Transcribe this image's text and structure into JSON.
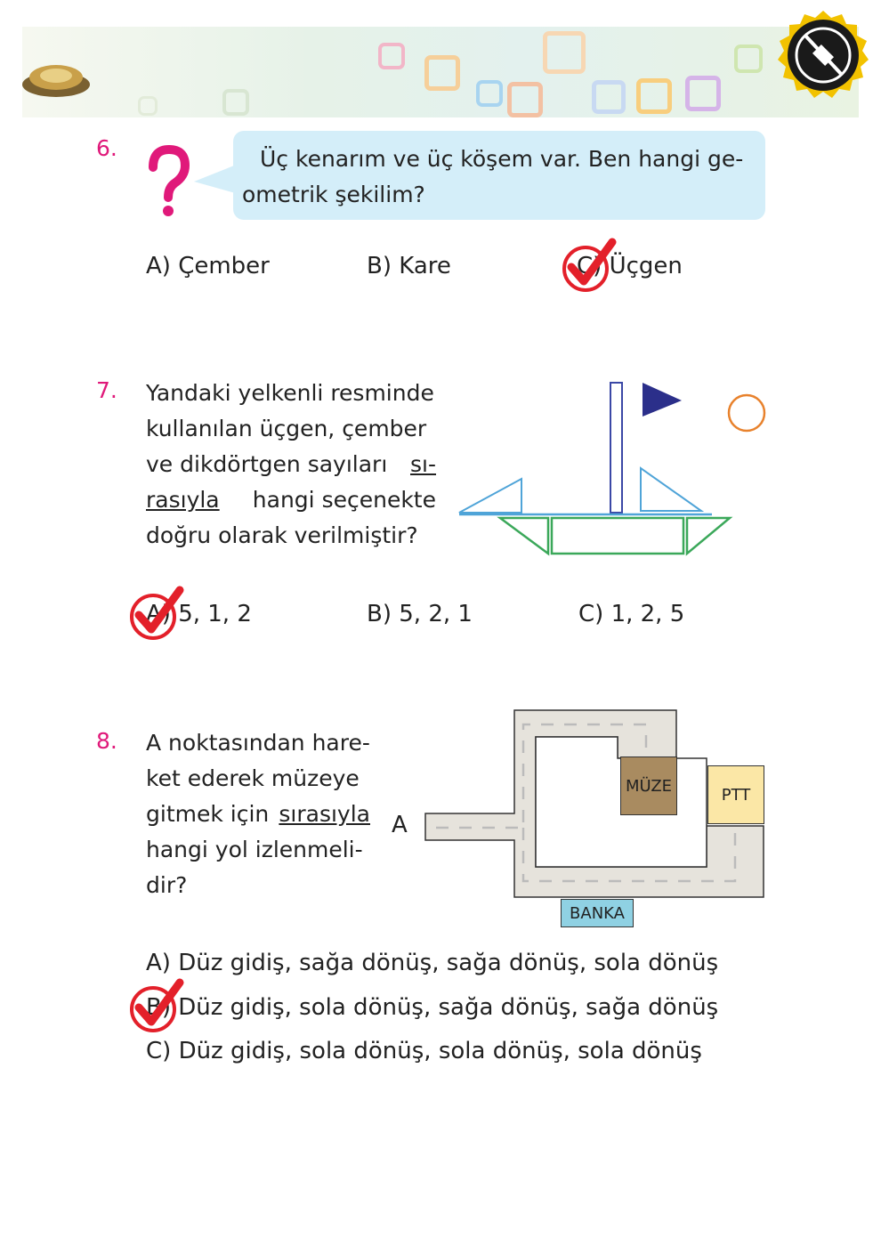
{
  "q6": {
    "number": "6.",
    "question_line1": "Üç kenarım ve üç köşem var. Ben hangi ge-",
    "question_line2": "ometrik şekilim?",
    "options": [
      "A) Çember",
      "B) Kare",
      "C) Üçgen"
    ],
    "marked": "C"
  },
  "q7": {
    "number": "7.",
    "lines": [
      "Yandaki yelkenli resminde",
      "kullanılan üçgen, çember",
      "ve dikdörtgen sayıları"
    ],
    "underlined_1": "sı-",
    "underlined_2": "rasıyla",
    "line4_rest": "hangi seçenekte",
    "line5": "doğru olarak verilmiştir?",
    "options": [
      "A) 5, 1, 2",
      "B) 5, 2, 1",
      "C) 1, 2, 5"
    ],
    "marked": "A"
  },
  "q8": {
    "number": "8.",
    "lines": [
      "A noktasından hare-",
      "ket ederek müzeye"
    ],
    "line3_start": "gitmek için",
    "line3_underlined": "sırasıyla",
    "line4": "hangi yol izlenmeli-",
    "line5": "dir?",
    "map": {
      "start_label": "A",
      "museum": "MÜZE",
      "post_office": "PTT",
      "bank": "BANKA"
    },
    "options": [
      "A) Düz gidiş, sağa dönüş, sağa dönüş, sola dönüş",
      "B) Düz gidiş, sola dönüş, sağa dönüş, sağa dönüş",
      "C) Düz gidiş, sola dönüş, sola dönüş, sola dönüş"
    ],
    "marked": "B"
  },
  "colors": {
    "accent": "#e0197a",
    "check": "#e3202a",
    "bubble": "#d4eef9",
    "museum": "#a98b60",
    "ptt": "#fbe7a6",
    "bank": "#8fd1e3"
  }
}
